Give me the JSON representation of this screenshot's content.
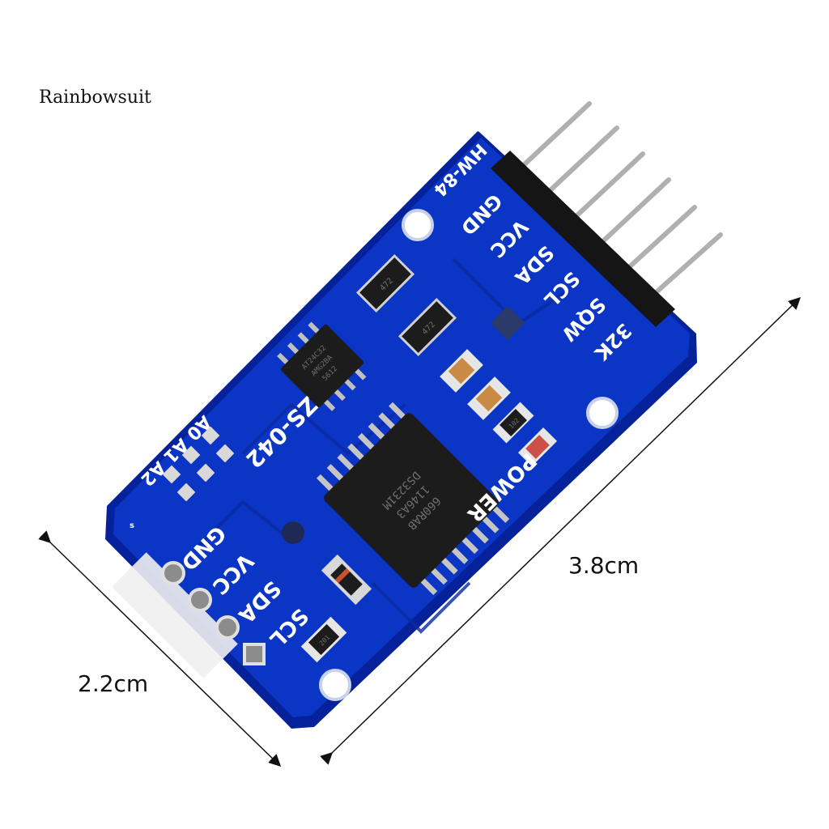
{
  "watermark": "Rainbowsuit",
  "dimensions": {
    "width": "2.2cm",
    "length": "3.8cm"
  },
  "board": {
    "model_top": "HW-84",
    "model_mid": "ZS-042",
    "address_pads": "A0 A1 A2",
    "power_label": "POWER",
    "header_top": [
      "GND",
      "VCC",
      "SDA",
      "SCL",
      "SQW",
      "32K"
    ],
    "header_bottom": [
      "GND",
      "VCC",
      "SDA",
      "SCL"
    ],
    "main_chip": [
      "DS3231M",
      "1146A3",
      "660RAB"
    ],
    "eeprom_chip": [
      "AT24C32",
      "AMG2BA",
      "5612"
    ],
    "resistor_codes": [
      "472",
      "472",
      "102",
      "201"
    ],
    "small_s": "s"
  },
  "colors": {
    "pcb": "#0b35c4",
    "pcb_edge": "#06229a",
    "silk": "#ffffff",
    "chip": "#1c1c1c",
    "pins": "#bfbfbf"
  }
}
